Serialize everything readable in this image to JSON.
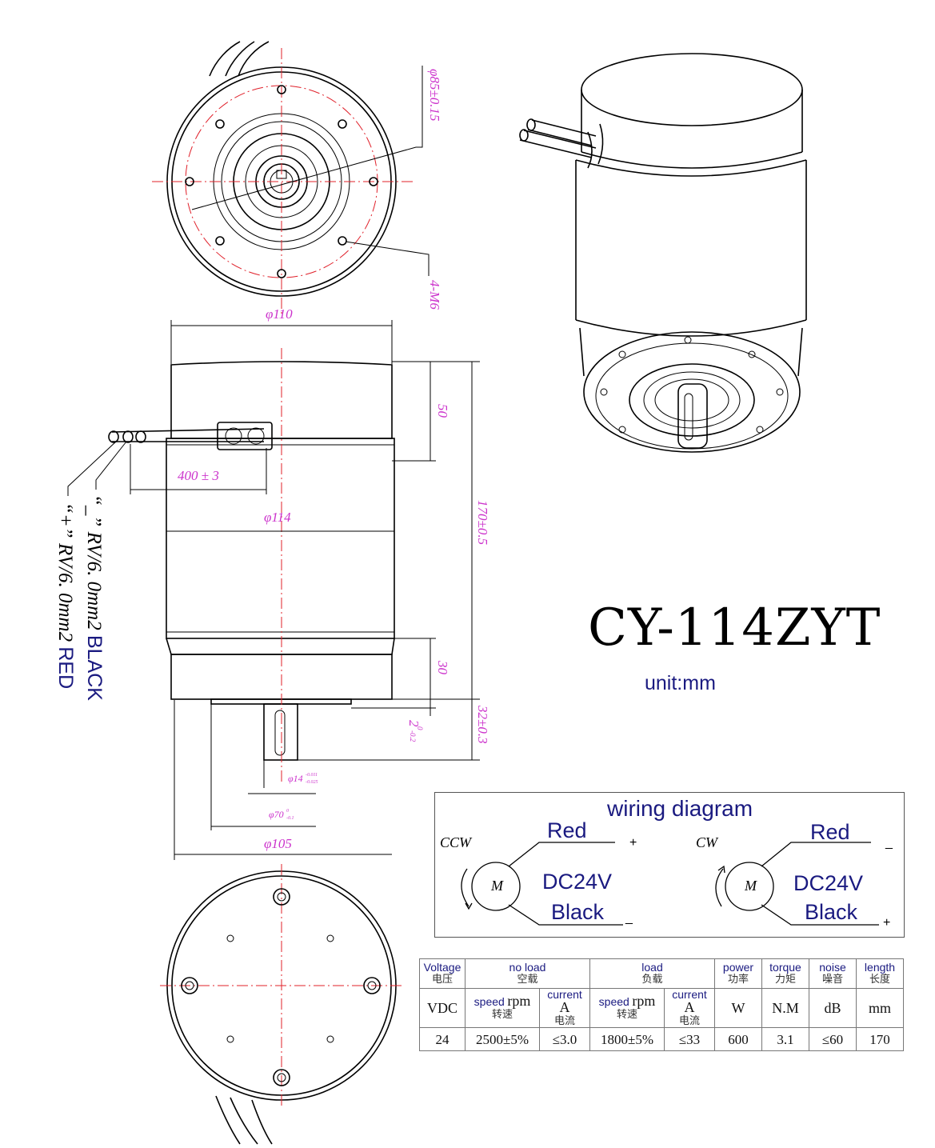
{
  "title": "CY-114ZYT",
  "unit": "unit:mm",
  "dimensions": {
    "pcd": "φ85±0.15",
    "holes": "4-M6",
    "dia110": "φ110",
    "len50": "50",
    "cable": "400 ± 3",
    "dia114": "φ114",
    "total": "170±0.5",
    "len30": "30",
    "shaft_len": "32±0.3",
    "step": "2",
    "step_tol_upper": "0",
    "step_tol_lower": "-0.2",
    "shaft_dia": "φ14",
    "shaft_dia_tol_upper": "-0.011",
    "shaft_dia_tol_lower": "-0.025",
    "pilot_dia": "φ70",
    "pilot_dia_tol_upper": "0",
    "pilot_dia_tol_lower": "-0.1",
    "dia105": "φ105"
  },
  "wires": {
    "neg_symbol": "“_”",
    "neg_spec": "RV/6. 0mm2",
    "neg_color": "BLACK",
    "pos_symbol": "“+”",
    "pos_spec": "RV/6. 0mm2",
    "pos_color": "RED"
  },
  "wiring": {
    "title": "wiring diagram",
    "ccw": {
      "dir": "CCW",
      "motor": "M",
      "top": "Red",
      "top_sign": "+",
      "voltage": "DC24V",
      "bottom": "Black",
      "bottom_sign": "_"
    },
    "cw": {
      "dir": "CW",
      "motor": "M",
      "top": "Red",
      "top_sign": "_",
      "voltage": "DC24V",
      "bottom": "Black",
      "bottom_sign": "+"
    }
  },
  "spec_table": {
    "voltage": {
      "en": "Voltage",
      "cn": "电压"
    },
    "no_load": {
      "en": "no load",
      "cn": "空载"
    },
    "load": {
      "en": "load",
      "cn": "负载"
    },
    "power": {
      "en": "power",
      "cn": "功率"
    },
    "torque": {
      "en": "torque",
      "cn": "力矩"
    },
    "noise": {
      "en": "noise",
      "cn": "噪音"
    },
    "length": {
      "en": "length",
      "cn": "长度"
    },
    "speed_en": "speed",
    "speed_cn": "转速",
    "speed_unit": "rpm",
    "current_en": "current",
    "current_cn": "电流",
    "current_unit": "A",
    "units": {
      "voltage": "VDC",
      "power": "W",
      "torque": "N.M",
      "noise": "dB",
      "length": "mm"
    },
    "values": {
      "voltage": "24",
      "noload_speed": "2500±5%",
      "noload_current": "≤3.0",
      "load_speed": "1800±5%",
      "load_current": "≤33",
      "power": "600",
      "torque": "3.1",
      "noise": "≤60",
      "length": "170"
    }
  }
}
